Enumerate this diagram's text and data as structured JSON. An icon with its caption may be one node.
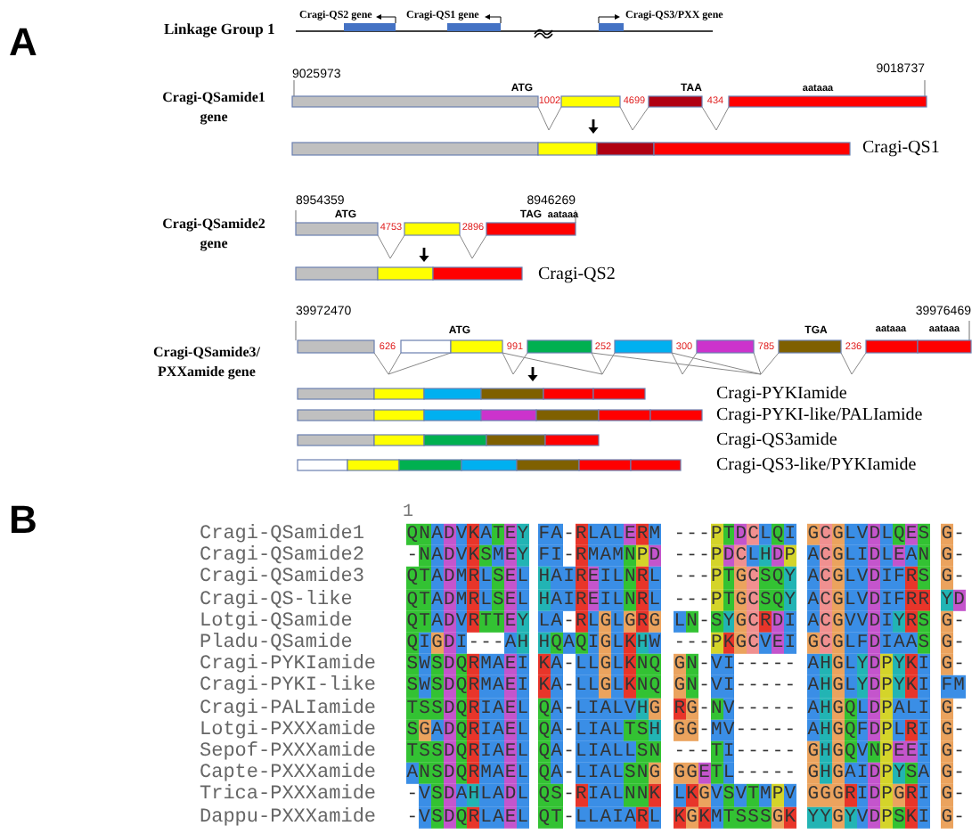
{
  "diagram": {
    "labels": [
      "A",
      "Linkage Group 1",
      "Cragi-QS2 gene",
      "Cragi-QS1 gene",
      "Cragi-QS3/PXX gene",
      "9025973",
      "9018737",
      "Cragi-QSamide1 gene",
      "ATG",
      "1002",
      "4699",
      "TAA",
      "434",
      "aataaa",
      "Cragi-QS1",
      "8954359",
      "8946269",
      "Cragi-QSamide2 gene",
      "ATG",
      "4753",
      "2896",
      "TAG",
      "aataaa",
      "Cragi-QS2",
      "39972470",
      "39976469",
      "Cragi-QSamide3/ PXXamide gene",
      "626",
      "ATG",
      "991",
      "252",
      "300",
      "785",
      "TGA",
      "236",
      "aataaa",
      "aataaa",
      "Cragi-PYKIamide",
      "Cragi-PYKI-like/PALIamide",
      "Cragi-QS3amide",
      "Cragi-QS3-like/PYKIamide",
      "B",
      "1",
      "Cragi-QSamide1",
      "QNADVKATEY",
      "FA-RLALERM",
      "---PTDCLQI",
      "GCGLVDLQES",
      "G-",
      "Cragi-QSamide2",
      "-NADVKSMEY",
      "FI-RMAMNPD",
      "---PDCLHDP",
      "ACGLIDLEAN",
      "G-",
      "Cragi-QSamide3",
      "QTADMRLSEL",
      "HAIREILNRL",
      "---PTGCSQY",
      "ACGLVDIFRS",
      "G-",
      "Cragi-QS-like",
      "QTADMRLSEL",
      "HAIREILNRL",
      "---PTGCSQY",
      "ACGLVDIFRR",
      "YD",
      "Lotgi-QSamide",
      "QTADVRTTEY",
      "LA-RLGLGRG",
      "LN-SYGCRDI",
      "ACGVVDIYRS",
      "G-",
      "Pladu-QSamide",
      "QIGDI---AH",
      "HQAQIGLKHW",
      "---PKGCVEI",
      "GCGLFDIAAS",
      "G-",
      "Cragi-PYKIamide",
      "SWSDQRMAEI",
      "KA-LLGLKNQ",
      "GN-VI-----",
      "AHGLYDPYKI",
      "G-",
      "Cragi-PYKI-like",
      "SWSDQRMAEI",
      "KA-LLGLKNQ",
      "GN-VI-----",
      "AHGLYDPYKI",
      "FM",
      "Cragi-PALIamide",
      "TSSDQRIAEL",
      "QA-LIALVHG",
      "RG-NV-----",
      "AHGQLDPALI",
      "G-",
      "Lotgi-PXXXamide",
      "SGADQRIAEL",
      "QA-LIALTSH",
      "GG-MV-----",
      "AHGQFDPLRI",
      "G-",
      "Sepof-PXXXamide",
      "TSSDQRIAEL",
      "QA-LIALLSN",
      "---TI-----",
      "GHGQVNPEEI",
      "G-",
      "Capte-PXXXamide",
      "ANSDQRMAEL",
      "QA-LIALSNG",
      "GGETL-----",
      "GHGAIDPYSA",
      "G-",
      "Trica-PXXXamide",
      "-VSDAHLADL",
      "QS-RIALNNK",
      "LKGVSVTMPV",
      "GGGRIDPGRI",
      "G-",
      "Dappu-PXXXamide",
      "-VSDQRLAEL",
      "QT-LLAIARL",
      "KGKMTSSSGK",
      "YYGYVDPSKI",
      "G-"
    ]
  }
}
